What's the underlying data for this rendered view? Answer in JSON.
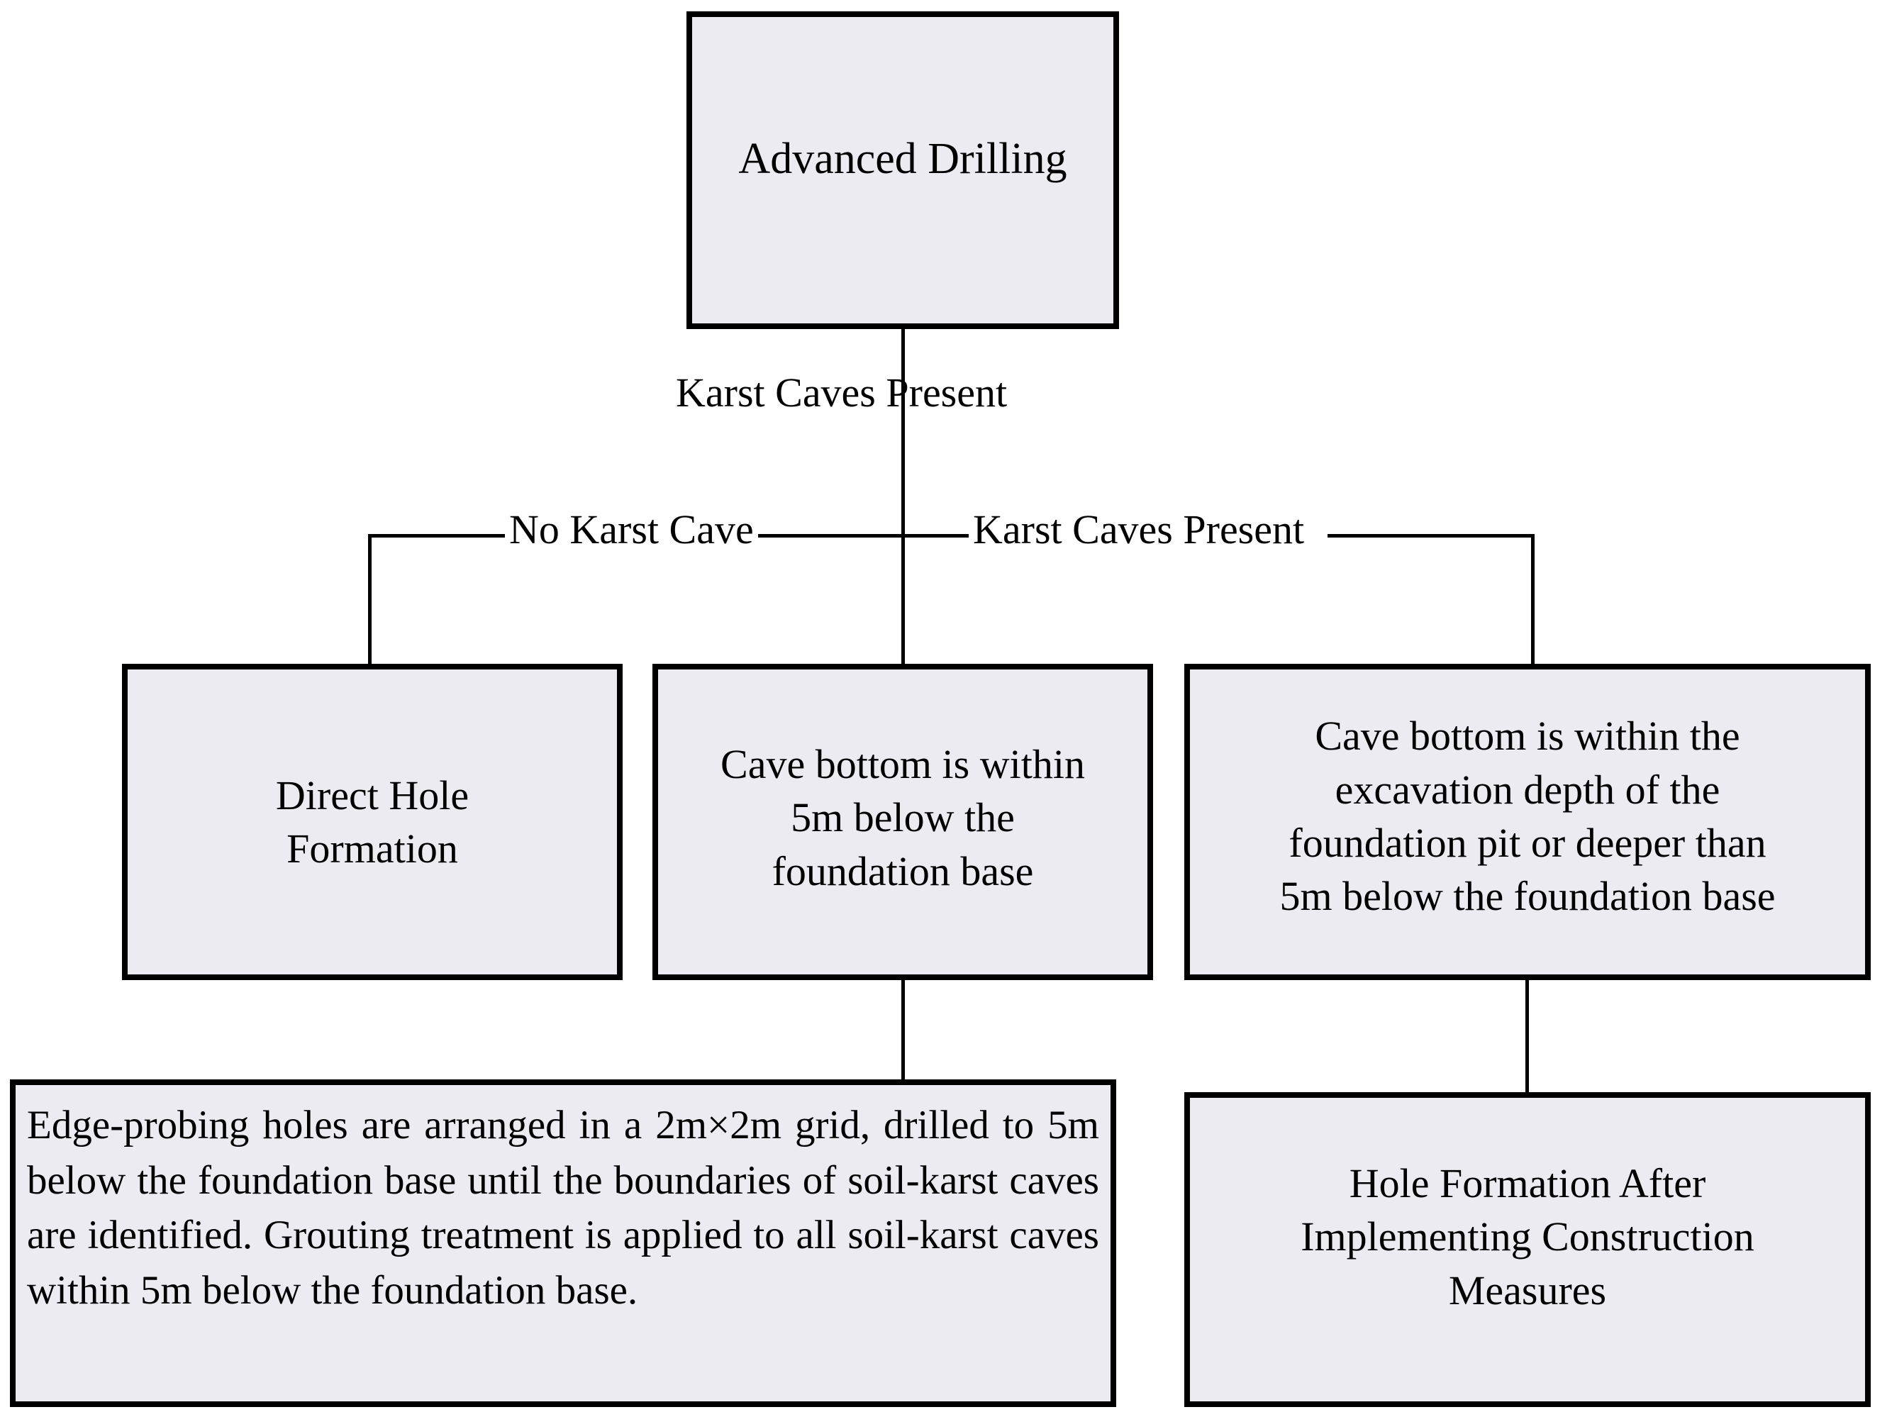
{
  "diagram": {
    "title": "Advanced Drilling Karst Cave Treatment Decision Flowchart",
    "style": {
      "node_fill": "#ecebf2",
      "node_border": "#000000",
      "line_color": "#000000",
      "text_color": "#000000",
      "background": "#ffffff"
    },
    "nodes": {
      "advanced_drilling": {
        "label": "Advanced Drilling"
      },
      "direct_hole_formation": {
        "label": "Direct Hole\nFormation"
      },
      "cave_bottom_5m": {
        "label": "Cave bottom is within\n5m below the\nfoundation base"
      },
      "cave_bottom_excavation": {
        "label": "Cave bottom is within the\nexcavation depth of the\nfoundation pit or deeper than\n5m below the foundation base"
      },
      "edge_probing": {
        "label": "Edge-probing holes are arranged in a 2m×2m grid, drilled to 5m below the foundation base until the boundaries of soil-karst caves are identified. Grouting treatment is applied to all soil-karst caves within 5m below the foundation base."
      },
      "hole_formation_after": {
        "label": "Hole Formation After\nImplementing Construction\nMeasures"
      }
    },
    "edge_labels": {
      "karst_caves_present_top": "Karst Caves Present",
      "no_karst_cave": "No Karst Cave",
      "karst_caves_present_branch": "Karst Caves Present"
    }
  }
}
